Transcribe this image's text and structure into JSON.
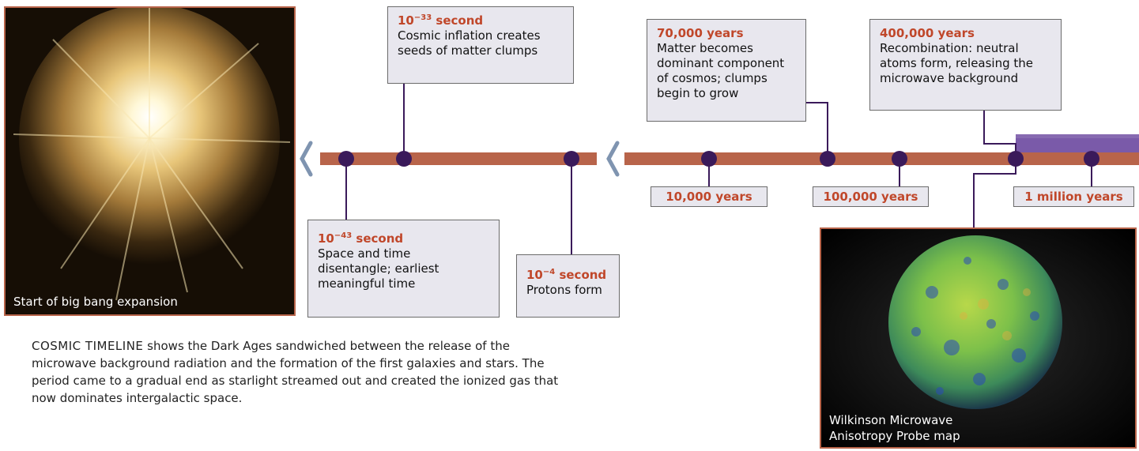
{
  "big_bang": {
    "caption": "Start of big bang expansion"
  },
  "wmap": {
    "caption_line1": "Wilkinson Microwave",
    "caption_line2": "Anisotropy Probe map"
  },
  "events": {
    "e43": {
      "exp": "−43",
      "unit": "second",
      "desc1": "Space and time",
      "desc2": "disentangle; earliest",
      "desc3": "meaningful time"
    },
    "e33": {
      "exp": "−33",
      "unit": "second",
      "desc1": "Cosmic inflation creates",
      "desc2": "seeds of matter clumps"
    },
    "e4": {
      "exp": "−4",
      "unit": "second",
      "desc1": "Protons form"
    },
    "e70k": {
      "time": "70,000 years",
      "desc1": "Matter becomes",
      "desc2": "dominant component",
      "desc3": "of cosmos; clumps",
      "desc4": "begin to grow"
    },
    "e400k": {
      "time": "400,000 years",
      "desc1": "Recombination: neutral",
      "desc2": "atoms form, releasing the",
      "desc3": "microwave background"
    }
  },
  "base_prefix": "10",
  "year_labels": {
    "y10k": "10,000 years",
    "y100k": "100,000 years",
    "y1m": "1 million years"
  },
  "caption": {
    "lead": "COSMIC TIMELINE",
    "text": " shows the Dark Ages sandwiched between the release of the microwave background radiation and the formation of the first galaxies and stars. The period came to a gradual end as starlight streamed out and created the ionized gas that now dominates intergalactic space."
  },
  "colors": {
    "timeline_bar": "#b8644a",
    "dot": "#3a1a5a",
    "break_mark": "#7f94b0",
    "dark_ages_band": "#7a5aa8",
    "time_label": "#c0472a"
  }
}
